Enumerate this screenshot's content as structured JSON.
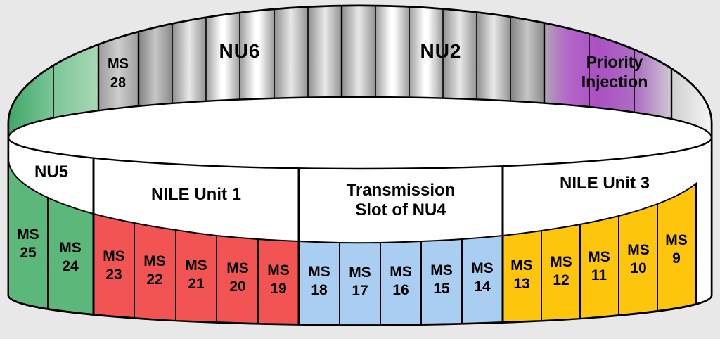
{
  "colors": {
    "green": "#5cb87a",
    "red": "#f25353",
    "blue": "#a9cef2",
    "yellow": "#fec50d",
    "purple": "#ab4fc2",
    "outline": "#000000",
    "background": "#e8e8e8"
  },
  "back_band": {
    "ms28": {
      "prefix": "MS",
      "number": "28"
    },
    "nu6": {
      "label": "NU6"
    },
    "nu2": {
      "label": "NU2"
    },
    "priority_injection": {
      "line1": "Priority",
      "line2": "Injection"
    }
  },
  "front_band": {
    "nu5": {
      "label": "NU5"
    },
    "green_slots": [
      {
        "prefix": "MS",
        "number": "25"
      },
      {
        "prefix": "MS",
        "number": "24"
      }
    ],
    "sections": [
      {
        "label": "NILE Unit 1",
        "slots": [
          {
            "prefix": "MS",
            "number": "23"
          },
          {
            "prefix": "MS",
            "number": "22"
          },
          {
            "prefix": "MS",
            "number": "21"
          },
          {
            "prefix": "MS",
            "number": "20"
          },
          {
            "prefix": "MS",
            "number": "19"
          }
        ]
      },
      {
        "label_line1": "Transmission",
        "label_line2": "Slot of NU4",
        "slots": [
          {
            "prefix": "MS",
            "number": "18"
          },
          {
            "prefix": "MS",
            "number": "17"
          },
          {
            "prefix": "MS",
            "number": "16"
          },
          {
            "prefix": "MS",
            "number": "15"
          },
          {
            "prefix": "MS",
            "number": "14"
          }
        ]
      },
      {
        "label": "NILE Unit 3",
        "slots": [
          {
            "prefix": "MS",
            "number": "13"
          },
          {
            "prefix": "MS",
            "number": "12"
          },
          {
            "prefix": "MS",
            "number": "11"
          },
          {
            "prefix": "MS",
            "number": "10"
          },
          {
            "prefix": "MS",
            "number": "9"
          }
        ]
      }
    ]
  }
}
